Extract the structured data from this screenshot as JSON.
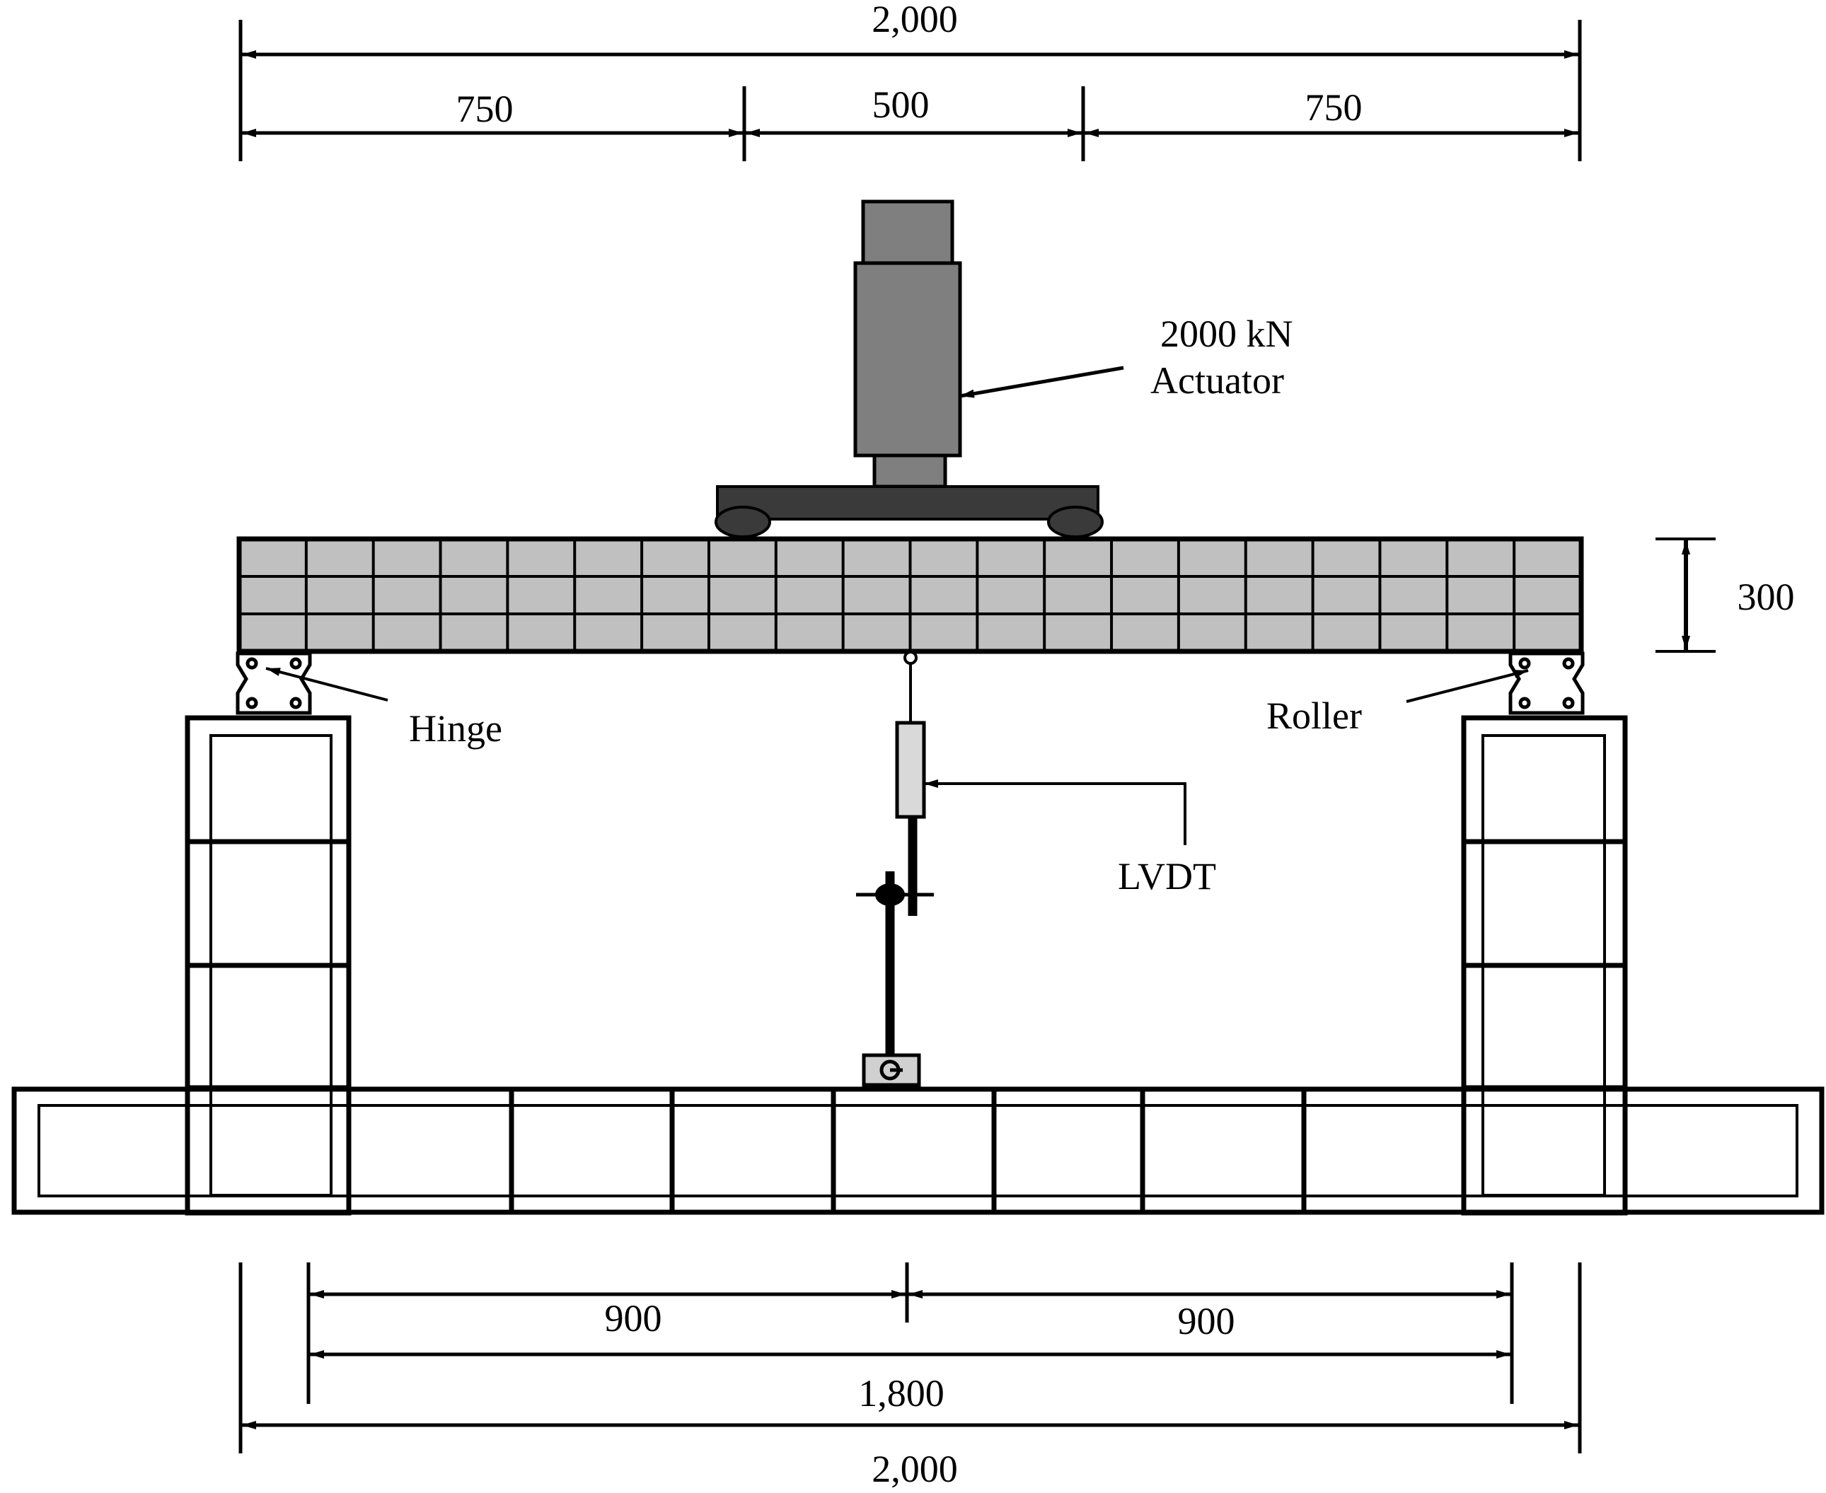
{
  "colors": {
    "ink": "#000000",
    "beam": "#c0c0c0",
    "actuator": "#7f7f7f",
    "spreader": "#3a3a3a",
    "lvdt_body": "#d9d9d9",
    "background": "#ffffff"
  },
  "dimensions": {
    "top_total": "2,000",
    "top_left_shear_span": "750",
    "top_load_spacing": "500",
    "top_right_shear_span": "750",
    "beam_depth": "300",
    "bottom_left_half": "900",
    "bottom_right_half": "900",
    "bottom_clear_span": "1,800",
    "bottom_total": "2,000"
  },
  "labels": {
    "actuator_capacity": "2000 kN",
    "actuator_name": "Actuator",
    "hinge": "Hinge",
    "roller": "Roller",
    "lvdt": "LVDT"
  },
  "icons": {
    "arrowhead": "arrowhead-icon"
  }
}
